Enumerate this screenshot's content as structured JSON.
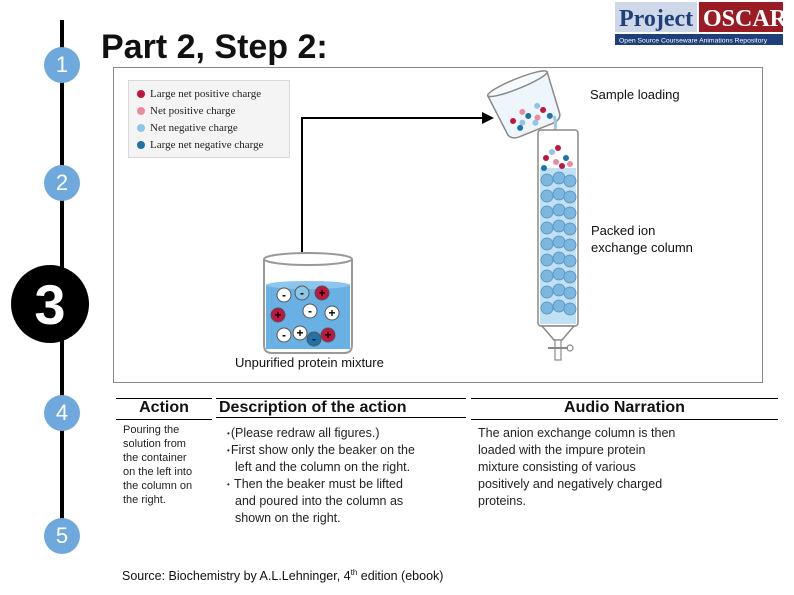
{
  "page": {
    "title": "Part 2, Step 2:",
    "steps": [
      "1",
      "2",
      "3",
      "4",
      "5"
    ],
    "logo": {
      "word1": "Project",
      "word2": "OSCAR",
      "tagline": "Open Source Courseware Animations Repository"
    }
  },
  "figure": {
    "legend": [
      {
        "label": "Large net positive charge",
        "color": "#c0163f"
      },
      {
        "label": "Net positive charge",
        "color": "#e88aa0"
      },
      {
        "label": "Net negative charge",
        "color": "#8ec6e8"
      },
      {
        "label": "Large net negative charge",
        "color": "#1f73a8"
      }
    ],
    "label_sample": "Sample loading",
    "label_column_1": "Packed ion",
    "label_column_2": "exchange column",
    "label_mixture": "Unpurified protein mixture",
    "beaker_signs": [
      "-",
      "-",
      "+",
      "+",
      "-",
      "+",
      "-",
      "+",
      "-",
      "+"
    ]
  },
  "table": {
    "headers": {
      "action": "Action",
      "description": "Description of the action",
      "audio": "Audio Narration"
    },
    "action_lines": [
      "Pouring the",
      "solution from",
      "the container",
      "on the left into",
      "the column on",
      "the right."
    ],
    "description_lines": [
      {
        "bullet": "•",
        "text": "(Please redraw all figures.)"
      },
      {
        "bullet": "•",
        "text": "First show only the beaker on the"
      },
      {
        "bullet": "",
        "text": "left and the column on the right."
      },
      {
        "bullet": "•",
        "text": " Then the beaker must be lifted"
      },
      {
        "bullet": "",
        "text": "and poured into the column as"
      },
      {
        "bullet": "",
        "text": "shown on the right."
      }
    ],
    "narration_lines": [
      "The anion exchange column is then",
      "loaded with the impure protein",
      "mixture consisting of various",
      "positively and negatively charged",
      "proteins."
    ]
  },
  "source": {
    "prefix": "Source: Biochemistry by A.L.Lehninger, 4",
    "sup": "th",
    "suffix": " edition (ebook)"
  }
}
